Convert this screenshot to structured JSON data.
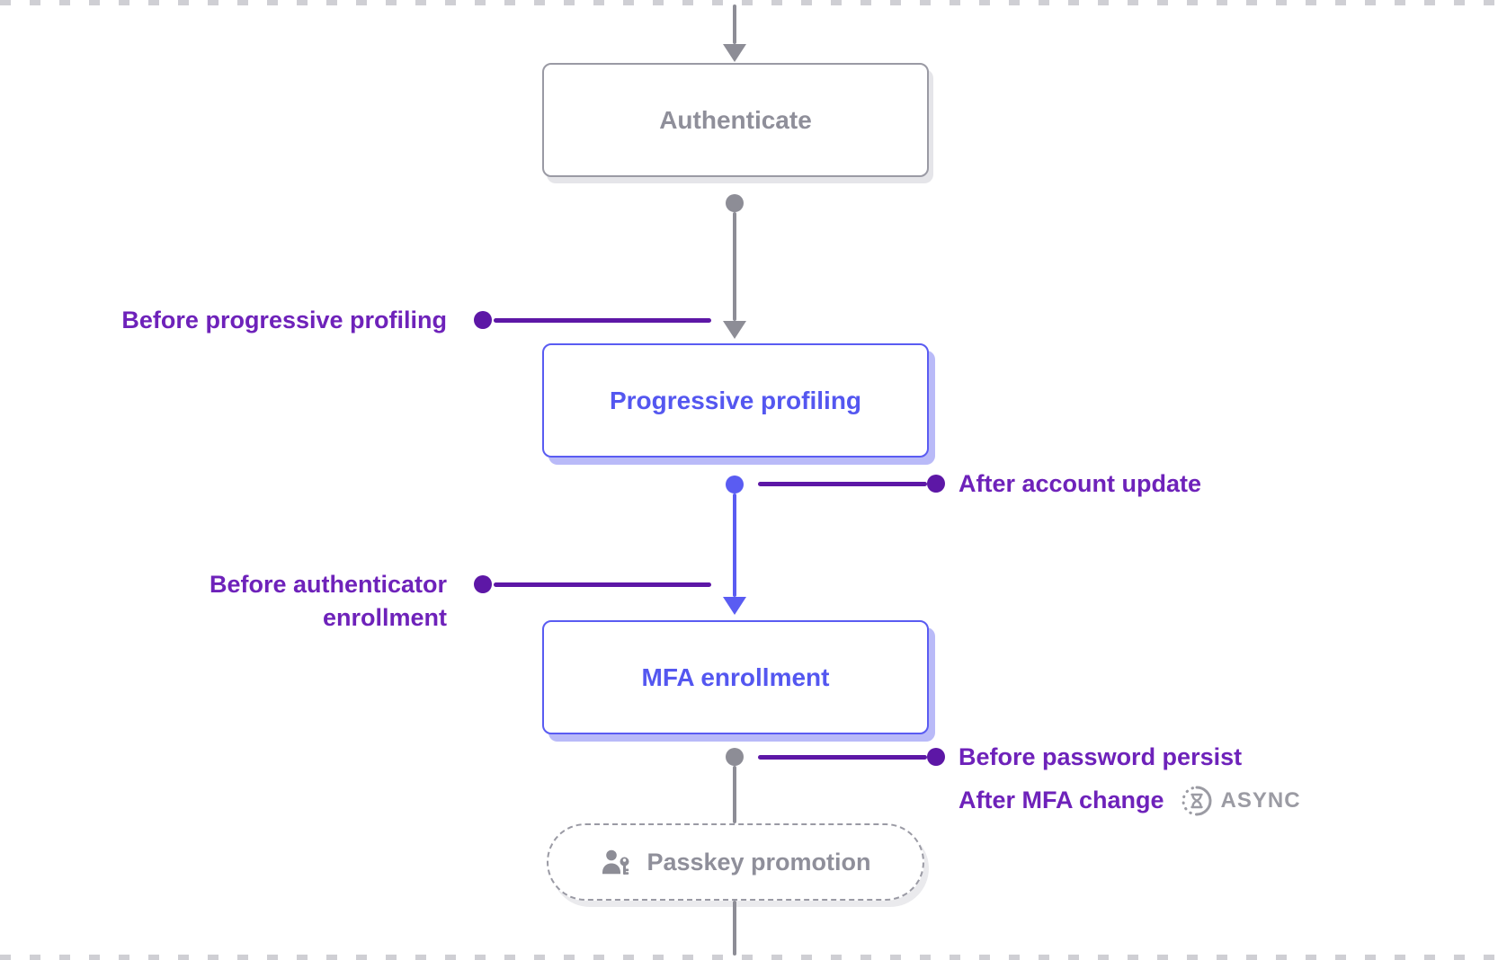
{
  "diagram": {
    "nodes": [
      {
        "label": "Authenticate"
      },
      {
        "label": "Progressive profiling"
      },
      {
        "label": "MFA enrollment"
      },
      {
        "label": "Passkey promotion"
      }
    ],
    "callouts": {
      "before_progressive_profiling": "Before progressive profiling",
      "after_account_update": "After account update",
      "before_authenticator_enrollment_line1": "Before authenticator",
      "before_authenticator_enrollment_line2": "enrollment",
      "before_password_persist": "Before password persist",
      "after_mfa_change": "After MFA change",
      "async_badge": "ASYNC"
    },
    "icons": {
      "passkey_node_icon": "user-key-icon",
      "async_icon": "hourglass-async-icon"
    },
    "colors": {
      "gray_node_text": "#8f8f9a",
      "gray_node_border": "#9a9aa4",
      "connector_gray": "#8d8d96",
      "indigo_accent": "#5a5cf2",
      "indigo_text": "#5457f0",
      "indigo_shadow": "#b9baf8",
      "purple_label_text": "#6e22ba",
      "purple_line": "#5d17a6",
      "boundary_dash": "#cfcfd4",
      "async_gray": "#9b9ba3"
    }
  }
}
